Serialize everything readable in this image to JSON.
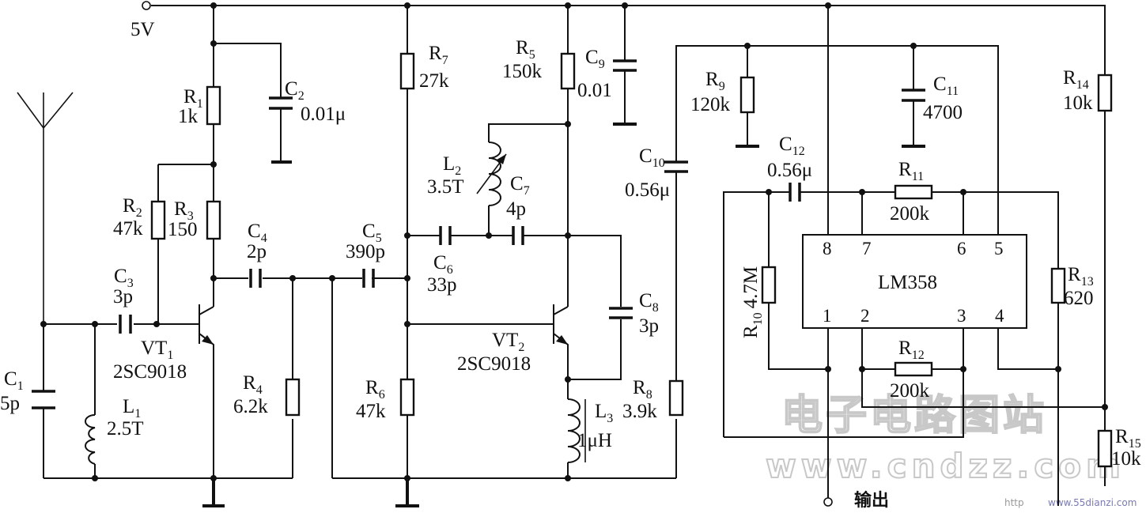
{
  "supply": {
    "label": "5V"
  },
  "components": {
    "R1": {
      "ref": "R",
      "num": "1",
      "value": "1k"
    },
    "R2": {
      "ref": "R",
      "num": "2",
      "value": "47k"
    },
    "R3": {
      "ref": "R",
      "num": "3",
      "value": "150"
    },
    "R4": {
      "ref": "R",
      "num": "4",
      "value": "6.2k"
    },
    "R5": {
      "ref": "R",
      "num": "5",
      "value": "150k"
    },
    "R6": {
      "ref": "R",
      "num": "6",
      "value": "47k"
    },
    "R7": {
      "ref": "R",
      "num": "7",
      "value": "27k"
    },
    "R8": {
      "ref": "R",
      "num": "8",
      "value": "3.9k"
    },
    "R9": {
      "ref": "R",
      "num": "9",
      "value": "120k"
    },
    "R10": {
      "ref": "R",
      "num": "10",
      "value": "4.7M"
    },
    "R11": {
      "ref": "R",
      "num": "11",
      "value": "200k"
    },
    "R12": {
      "ref": "R",
      "num": "12",
      "value": "200k"
    },
    "R13": {
      "ref": "R",
      "num": "13",
      "value": "620"
    },
    "R14": {
      "ref": "R",
      "num": "14",
      "value": "10k"
    },
    "R15": {
      "ref": "R",
      "num": "15",
      "value": "10k"
    },
    "C1": {
      "ref": "C",
      "num": "1",
      "value": "5p"
    },
    "C2": {
      "ref": "C",
      "num": "2",
      "value": "0.01μ"
    },
    "C3": {
      "ref": "C",
      "num": "3",
      "value": "3p"
    },
    "C4": {
      "ref": "C",
      "num": "4",
      "value": "2p"
    },
    "C5": {
      "ref": "C",
      "num": "5",
      "value": "390p"
    },
    "C6": {
      "ref": "C",
      "num": "6",
      "value": "33p"
    },
    "C7": {
      "ref": "C",
      "num": "7",
      "value": "4p"
    },
    "C8": {
      "ref": "C",
      "num": "8",
      "value": "3p"
    },
    "C9": {
      "ref": "C",
      "num": "9",
      "value": "0.01"
    },
    "C10": {
      "ref": "C",
      "num": "10",
      "value": "0.56μ"
    },
    "C11": {
      "ref": "C",
      "num": "11",
      "value": "4700"
    },
    "C12": {
      "ref": "C",
      "num": "12",
      "value": "0.56μ"
    },
    "L1": {
      "ref": "L",
      "num": "1",
      "value": "2.5T"
    },
    "L2": {
      "ref": "L",
      "num": "2",
      "value": "3.5T"
    },
    "L3": {
      "ref": "L",
      "num": "3",
      "value": "1μH"
    },
    "VT1": {
      "ref": "VT",
      "num": "1",
      "value": "2SC9018"
    },
    "VT2": {
      "ref": "VT",
      "num": "2",
      "value": "2SC9018"
    }
  },
  "ic": {
    "name": "LM358",
    "pins": {
      "p1": "1",
      "p2": "2",
      "p3": "3",
      "p4": "4",
      "p5": "5",
      "p6": "6",
      "p7": "7",
      "p8": "8"
    }
  },
  "output": {
    "label": "输出"
  },
  "watermark": {
    "cn": "电子电路图站",
    "url": "www.cndzz.com",
    "corner_left": "http",
    "corner_right": "www.55dianzi.com"
  }
}
